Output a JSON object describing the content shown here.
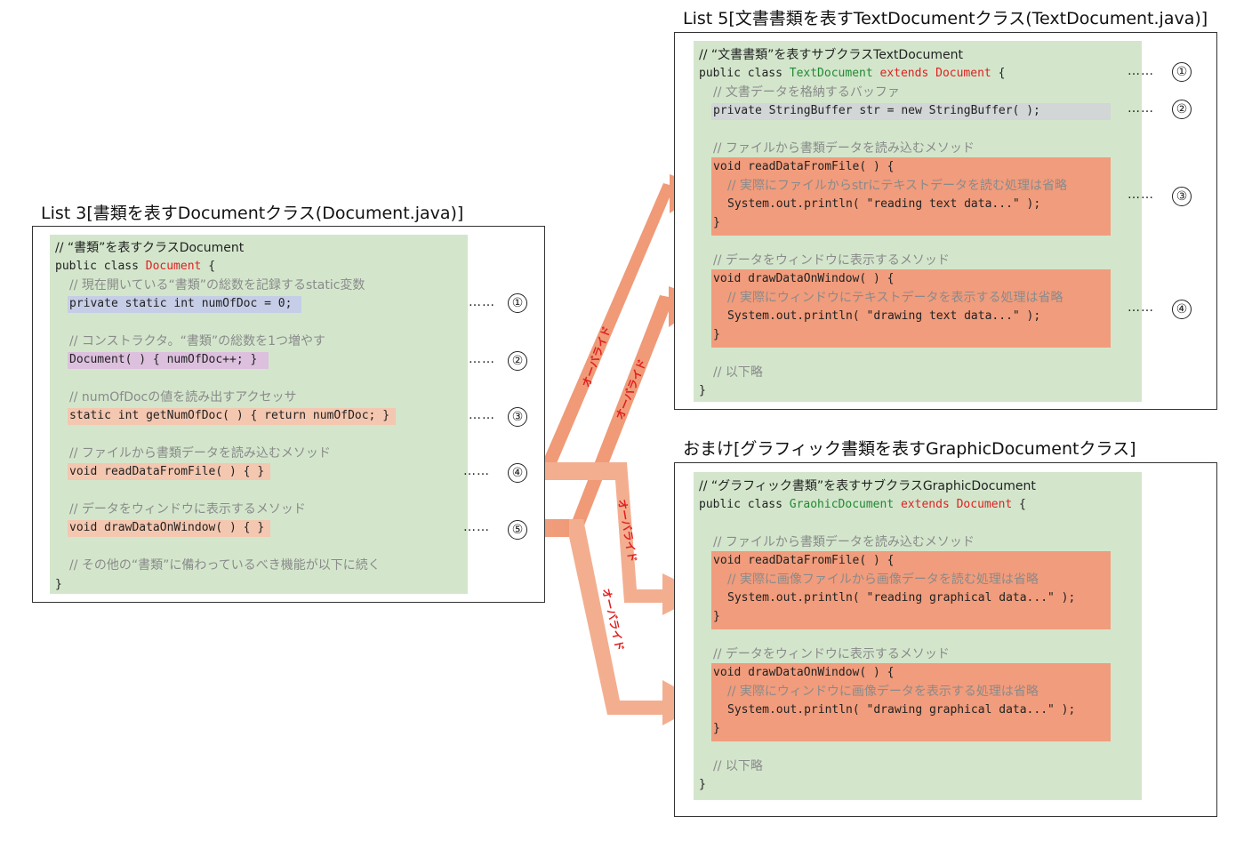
{
  "list3": {
    "title": "List 3[書類を表すDocumentクラス(Document.java)]",
    "lines": {
      "c1": "// “書類”を表すクラスDocument",
      "l1a": "public class ",
      "l1b": "Document",
      "l1c": " {",
      "c2": "// 現在開いている“書類”の総数を記録するstatic変数",
      "l2": "private static int numOfDoc = 0;",
      "c3": "// コンストラクタ。“書類”の総数を1つ増やす",
      "l3": "Document( ) { numOfDoc++; }",
      "c4": "// numOfDocの値を読み出すアクセッサ",
      "l4": "static int getNumOfDoc( ) { return numOfDoc; }",
      "c5": "// ファイルから書類データを読み込むメソッド",
      "l5": "void readDataFromFile( ) { }",
      "c6": "// データをウィンドウに表示するメソッド",
      "l6": "void drawDataOnWindow( ) { }",
      "c7": "// その他の“書類”に備わっているべき機能が以下に続く",
      "close": "}"
    },
    "markers": [
      "①",
      "②",
      "③",
      "④",
      "⑤"
    ],
    "dots": "……"
  },
  "list5": {
    "title": "List 5[文書書類を表すTextDocumentクラス(TextDocument.java)]",
    "lines": {
      "c1": "// “文書書類”を表すサブクラスTextDocument",
      "l1a": "public class ",
      "l1b": "TextDocument",
      "l1c": " extends ",
      "l1d": "Document",
      "l1e": " {",
      "c2": "// 文書データを格納するバッファ",
      "l2": "private StringBuffer str = new StringBuffer( );",
      "c3": "// ファイルから書類データを読み込むメソッド",
      "l3": "void readDataFromFile( ) {",
      "l3c": "// 実際にファイルからstrにテキストデータを読む処理は省略",
      "l3p": "System.out.println( \"reading text data...\" );",
      "l3e": "}",
      "c4": "// データをウィンドウに表示するメソッド",
      "l4": "void drawDataOnWindow( ) {",
      "l4c": "// 実際にウィンドウにテキストデータを表示する処理は省略",
      "l4p": "System.out.println( \"drawing text data...\" );",
      "l4e": "}",
      "c5": "// 以下略",
      "close": "}"
    },
    "markers": [
      "①",
      "②",
      "③",
      "④"
    ],
    "dots": "……"
  },
  "bonus": {
    "title": "おまけ[グラフィック書類を表すGraphicDocumentクラス]",
    "lines": {
      "c1": "// “グラフィック書類”を表すサブクラスGraphicDocument",
      "l1a": "public class ",
      "l1b": "GraohicDocument",
      "l1c": " extends ",
      "l1d": "Document",
      "l1e": " {",
      "c3": "// ファイルから書類データを読み込むメソッド",
      "l3": "void readDataFromFile( ) {",
      "l3c": "// 実際に画像ファイルから画像データを読む処理は省略",
      "l3p": "System.out.println( \"reading graphical data...\" );",
      "l3e": "}",
      "c4": "// データをウィンドウに表示するメソッド",
      "l4": "void drawDataOnWindow( ) {",
      "l4c": "// 実際にウィンドウに画像データを表示する処理は省略",
      "l4p": "System.out.println( \"drawing graphical data...\" );",
      "l4e": "}",
      "c5": "// 以下略",
      "close": "}"
    }
  },
  "override_label": "オーバライド",
  "colors": {
    "code_bg": "#d3e6cc",
    "method_bg": "#f19c7c",
    "arrow": "#f0a080",
    "keyword_red": "#e02020",
    "class_green": "#228833"
  }
}
